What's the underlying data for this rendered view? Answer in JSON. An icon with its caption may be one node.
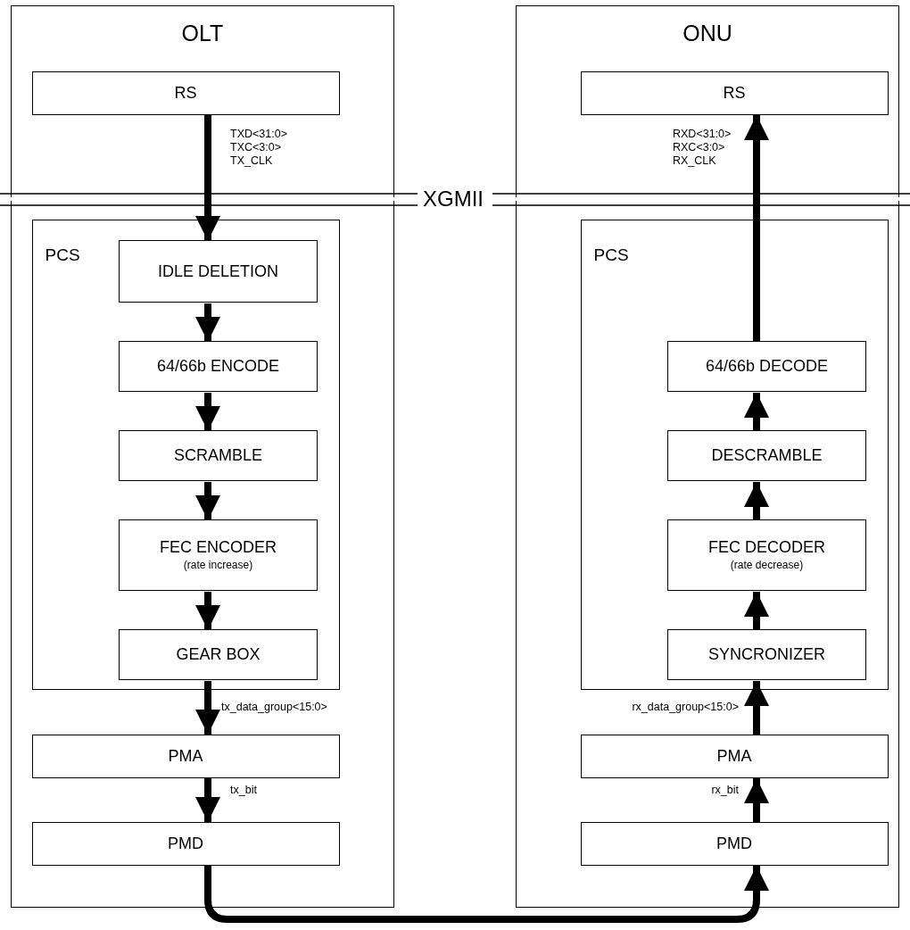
{
  "diagram": {
    "nodes": [
      {
        "text": [
          "OLT"
        ]
      },
      {
        "text": [
          "RS"
        ],
        "in": 0
      },
      {
        "text": [
          "PCS"
        ],
        "in": 0
      },
      {
        "text": [
          "IDLE DELETION"
        ],
        "in": 2
      },
      {
        "text": [
          "64/66b ENCODE"
        ],
        "in": 2
      },
      {
        "text": [
          "SCRAMBLE"
        ],
        "in": 2
      },
      {
        "text": [
          "FEC ENCODER",
          "(rate increase)"
        ],
        "in": 2
      },
      {
        "text": [
          "GEAR BOX"
        ],
        "in": 2
      },
      {
        "text": [
          "PMA"
        ],
        "in": 0
      },
      {
        "text": [
          "PMD"
        ],
        "in": 0
      },
      {
        "text": [
          "ONU"
        ]
      },
      {
        "text": [
          "RS"
        ],
        "in": 10
      },
      {
        "text": [
          "PCS"
        ],
        "in": 10
      },
      {
        "text": [
          "64/66b DECODE"
        ],
        "in": 12
      },
      {
        "text": [
          "DESCRAMBLE"
        ],
        "in": 12
      },
      {
        "text": [
          "FEC DECODER",
          "(rate decrease)"
        ],
        "in": 12
      },
      {
        "text": [
          "SYNCRONIZER"
        ],
        "in": 12
      },
      {
        "text": [
          "PMA"
        ],
        "in": 10
      },
      {
        "text": [
          "PMD"
        ],
        "in": 10
      }
    ],
    "edges": [
      {
        "from": 1,
        "to": 3,
        "arrow": "to",
        "label": "TXD<31:0> TXC<3:0> TX_CLK"
      },
      {
        "from": 3,
        "to": 4,
        "arrow": "to"
      },
      {
        "from": 4,
        "to": 5,
        "arrow": "to"
      },
      {
        "from": 5,
        "to": 6,
        "arrow": "to"
      },
      {
        "from": 6,
        "to": 7,
        "arrow": "to"
      },
      {
        "from": 7,
        "to": 8,
        "arrow": "to",
        "label": "tx_data_group<15:0>"
      },
      {
        "from": 8,
        "to": 9,
        "arrow": "to",
        "label": "tx_bit"
      },
      {
        "from": 9,
        "to": 18,
        "arrow": "to"
      },
      {
        "from": 18,
        "to": 17,
        "arrow": "to",
        "label": "rx_bit"
      },
      {
        "from": 17,
        "to": 16,
        "arrow": "to",
        "label": "rx_data_group<15:0>"
      },
      {
        "from": 16,
        "to": 15,
        "arrow": "to"
      },
      {
        "from": 15,
        "to": 14,
        "arrow": "to"
      },
      {
        "from": 14,
        "to": 13,
        "arrow": "to"
      },
      {
        "from": 13,
        "to": 11,
        "arrow": "to",
        "label": "RXD<31:0> RXC<3:0> RX_CLK"
      }
    ],
    "labels": [
      "XGMII"
    ]
  }
}
